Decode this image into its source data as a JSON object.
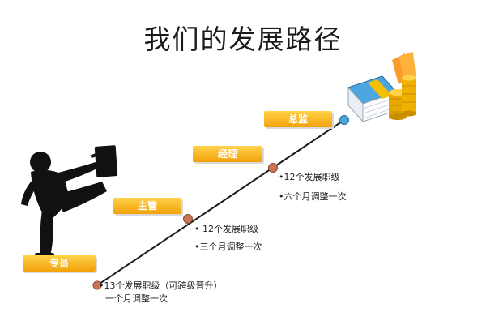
{
  "title": "我们的发展路径",
  "stages": [
    {
      "label": "专员"
    },
    {
      "label": "主管"
    },
    {
      "label": "经理"
    },
    {
      "label": "总监"
    }
  ],
  "notes": {
    "specialist_line1": "•13个发展职级（可跨级晋升）",
    "specialist_line2": "一个月调整一次",
    "supervisor_line1": "• 12个发展职级",
    "supervisor_line2": "•三个月调整一次",
    "manager_line1": "•12个发展职级",
    "manager_line2": "•六个月调整一次"
  },
  "colors": {
    "stage_fill_top": "#ffd24a",
    "stage_fill_bottom": "#f2a10a",
    "node_dot": "#c8755a",
    "end_dot": "#4aa3d9",
    "silhouette": "#111111"
  },
  "icons": {
    "figure": "person-kicking-silhouette-icon",
    "goal": "money-stack-icon"
  }
}
